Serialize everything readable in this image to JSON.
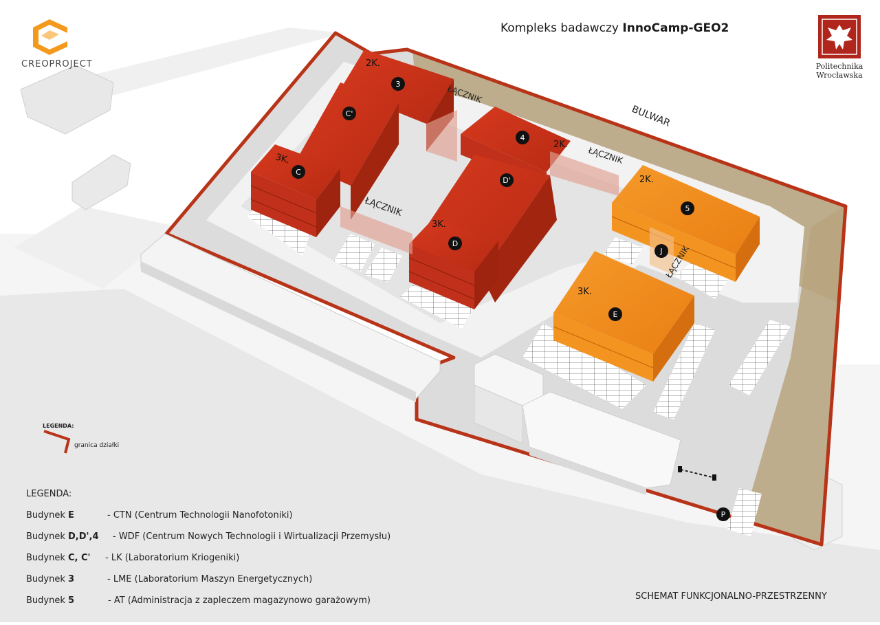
{
  "header": {
    "title_prefix": "Kompleks badawczy ",
    "title_name": "InnoCamp-GEO2"
  },
  "logos": {
    "creo": "CREOPROJECT",
    "pwr_line1": "Politechnika",
    "pwr_line2": "Wrocławska"
  },
  "map": {
    "street": "BULWAR",
    "connectors": [
      "ŁĄCZNIK",
      "ŁĄCZNIK",
      "ŁĄCZNIK",
      "ŁĄCZNIK"
    ],
    "floor_labels": [
      "2K.",
      "3K.",
      "2K.",
      "2K.",
      "3K.",
      "3K."
    ],
    "markers": [
      "3",
      "C'",
      "C",
      "4",
      "D'",
      "D",
      "5",
      "J",
      "E",
      "P"
    ]
  },
  "small_legend": {
    "title": "LEGENDA:",
    "item": "granica działki"
  },
  "legend": {
    "title": "LEGENDA:",
    "rows": [
      {
        "prefix": "Budynek ",
        "id": "E",
        "desc": "- CTN (Centrum Technologii Nanofotoniki)"
      },
      {
        "prefix": "Budynek ",
        "id": "D,D',4",
        "desc": "- WDF (Centrum Nowych Technologii i Wirtualizacji Przemysłu)"
      },
      {
        "prefix": "Budynek ",
        "id": "C, C'",
        "desc": "- LK (Laboratorium Kriogeniki)"
      },
      {
        "prefix": "Budynek ",
        "id": "3",
        "desc": "- LME (Laboratorium Maszyn Energetycznych)"
      },
      {
        "prefix": "Budynek ",
        "id": "5",
        "desc": "- AT (Administracja z zapleczem magazynowo garażowym)"
      }
    ]
  },
  "footer": {
    "schemat": "SCHEMAT FUNKCJONALNO-PRZESTRZENNY"
  },
  "colors": {
    "red_building": "#c8321a",
    "orange_building": "#f08a1e",
    "plot_boundary": "#b83418",
    "green_strip": "#b7a27c",
    "ground": "#e6e6e6"
  }
}
